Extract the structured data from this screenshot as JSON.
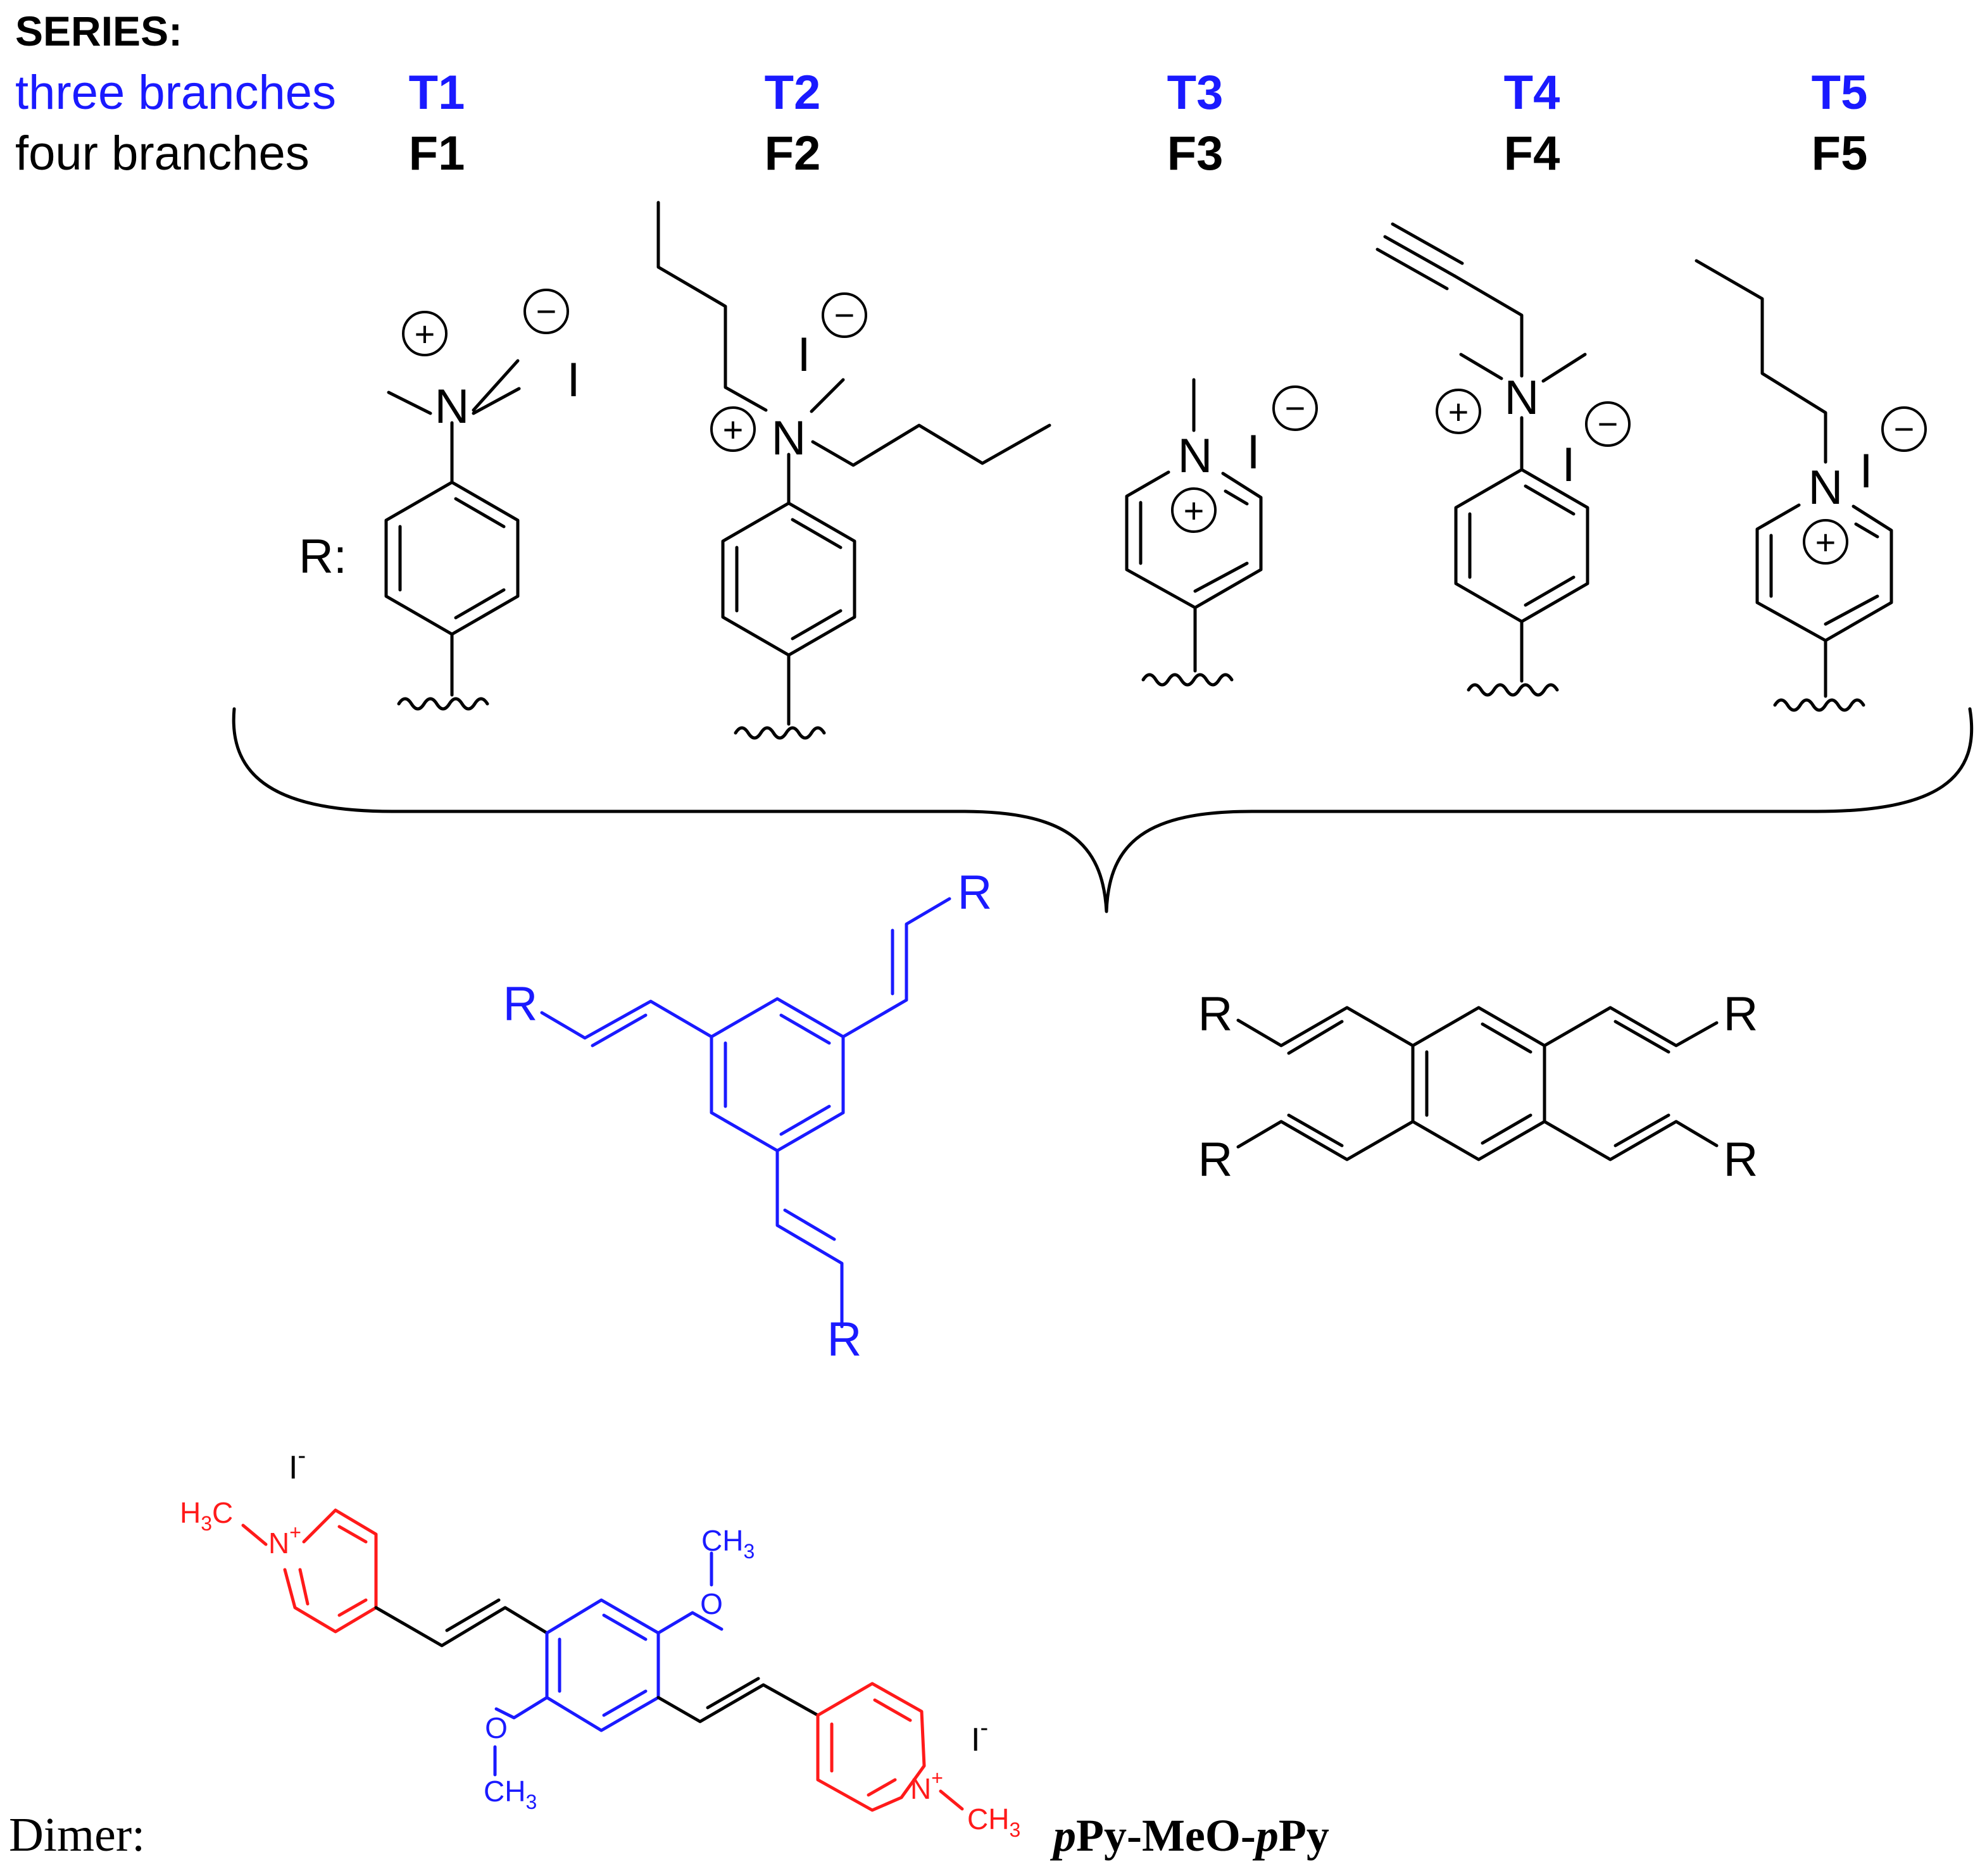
{
  "header": {
    "title": "SERIES:",
    "row_three": "three branches",
    "row_four": "four branches"
  },
  "series": [
    {
      "t": "T1",
      "f": "F1"
    },
    {
      "t": "T2",
      "f": "F2"
    },
    {
      "t": "T3",
      "f": "F3"
    },
    {
      "t": "T4",
      "f": "F4"
    },
    {
      "t": "T5",
      "f": "F5"
    }
  ],
  "atoms": {
    "r_label": "R:",
    "n": "N",
    "iodide": "I",
    "r": "R",
    "o": "O",
    "h3c": "H",
    "h3c_tail": "C",
    "ch3": "CH",
    "sub3": "3",
    "i_minus": "I",
    "minus_sup": "-",
    "plus_sup": "+",
    "plus": "+",
    "minus": "−"
  },
  "dimer": {
    "label": "Dimer:",
    "name_p1": "p",
    "name_mid": "Py-MeO-",
    "name_p2": "p",
    "name_end": "Py"
  },
  "colors": {
    "three_branches": "#1a1aff",
    "four_branches": "#000000",
    "pyridinium": "#ff1a1a",
    "core": "#1a1aff"
  }
}
